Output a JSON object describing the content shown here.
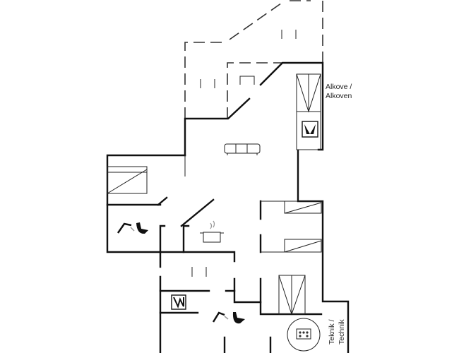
{
  "plan": {
    "labels": {
      "alcove_line1": "Alkove /",
      "alcove_line2": "Alkoven",
      "technic_line1": "Teknik /",
      "technic_line2": "Technik"
    },
    "colors": {
      "wall": "#111111",
      "background": "#ffffff"
    }
  }
}
